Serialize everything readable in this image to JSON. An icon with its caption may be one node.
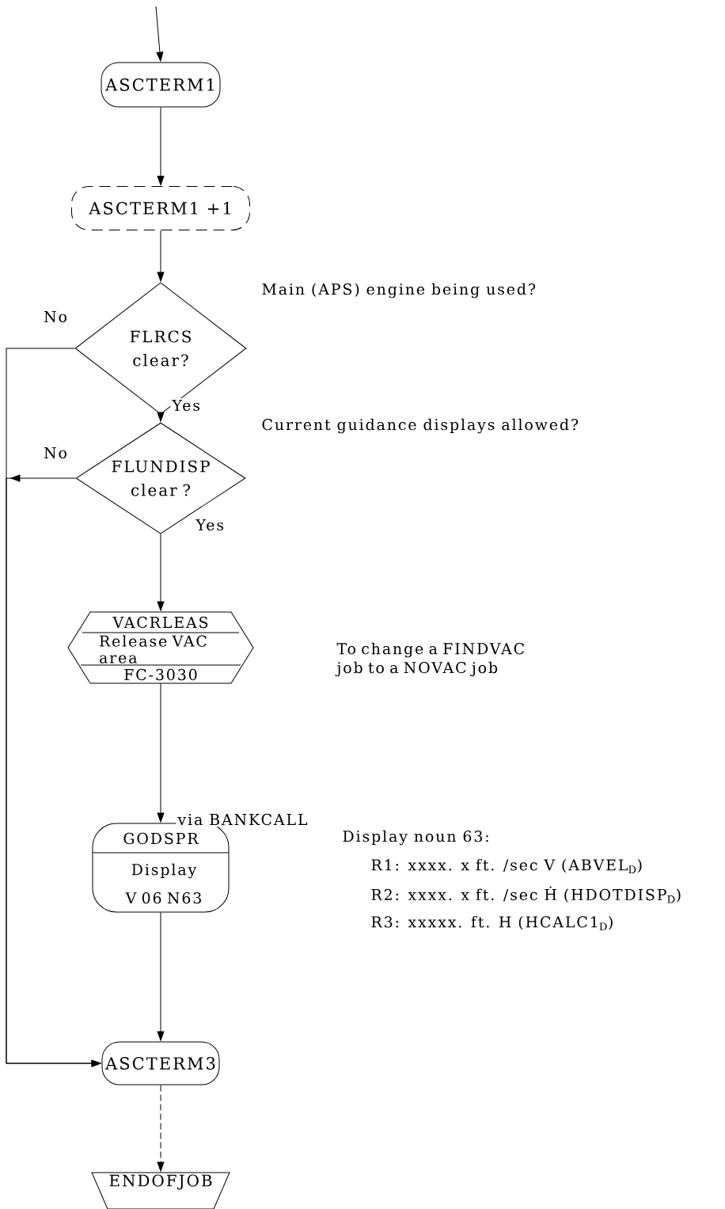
{
  "diagram": {
    "nodes": [
      {
        "text": [
          "ASCTERM1"
        ]
      },
      {
        "text": [
          "ASCTERM1 +1"
        ]
      },
      {
        "text": [
          "FLRCS clear?"
        ],
        "beside": [
          "Main (APS) engine being used?"
        ]
      },
      {
        "text": [
          "FLUNDISP clear ?"
        ],
        "beside": [
          "Current guidance displays allowed?"
        ]
      },
      {
        "text": [
          "VACRLEAS",
          "Release VAC area",
          "FC-3030"
        ]
      },
      {
        "text": [
          "GODSPR",
          "Display V 06 N63"
        ],
        "beside": [
          "Display noun 63:",
          "R1: xxxx. x ft. /sec V (ABVEL$_{D}$)",
          "R2: xxxx. x ft. /sec Ḣ (HDOTDISP$_{D}$)",
          "R3: xxxxx. ft. H (HCALC1$_{D}$)"
        ]
      },
      {
        "text": [
          "ASCTERM3"
        ]
      },
      {
        "text": [
          "ENDOFJOB"
        ]
      }
    ],
    "edges": [
      {
        "from": null,
        "to": 0,
        "arrow": "to"
      },
      {
        "from": 0,
        "to": 1,
        "arrow": "to"
      },
      {
        "from": 1,
        "to": 2,
        "arrow": "to"
      },
      {
        "from": 2,
        "to": 3,
        "arrow": "to",
        "label": "Yes"
      },
      {
        "from": 2,
        "to": 6,
        "arrow": "to",
        "label": "No"
      },
      {
        "from": 3,
        "to": 4,
        "arrow": "to",
        "label": "Yes"
      },
      {
        "from": 3,
        "to": 6,
        "arrow": "to",
        "label": "No"
      },
      {
        "from": 4,
        "to": 5,
        "arrow": "to",
        "label": "via BANKCALL"
      },
      {
        "from": 5,
        "to": 6,
        "arrow": "to"
      },
      {
        "from": 6,
        "to": 7,
        "arrow": "to",
        "style": "dashed"
      }
    ],
    "labels": [
      "To change a FINDVAC job to a NOVAC job"
    ]
  }
}
